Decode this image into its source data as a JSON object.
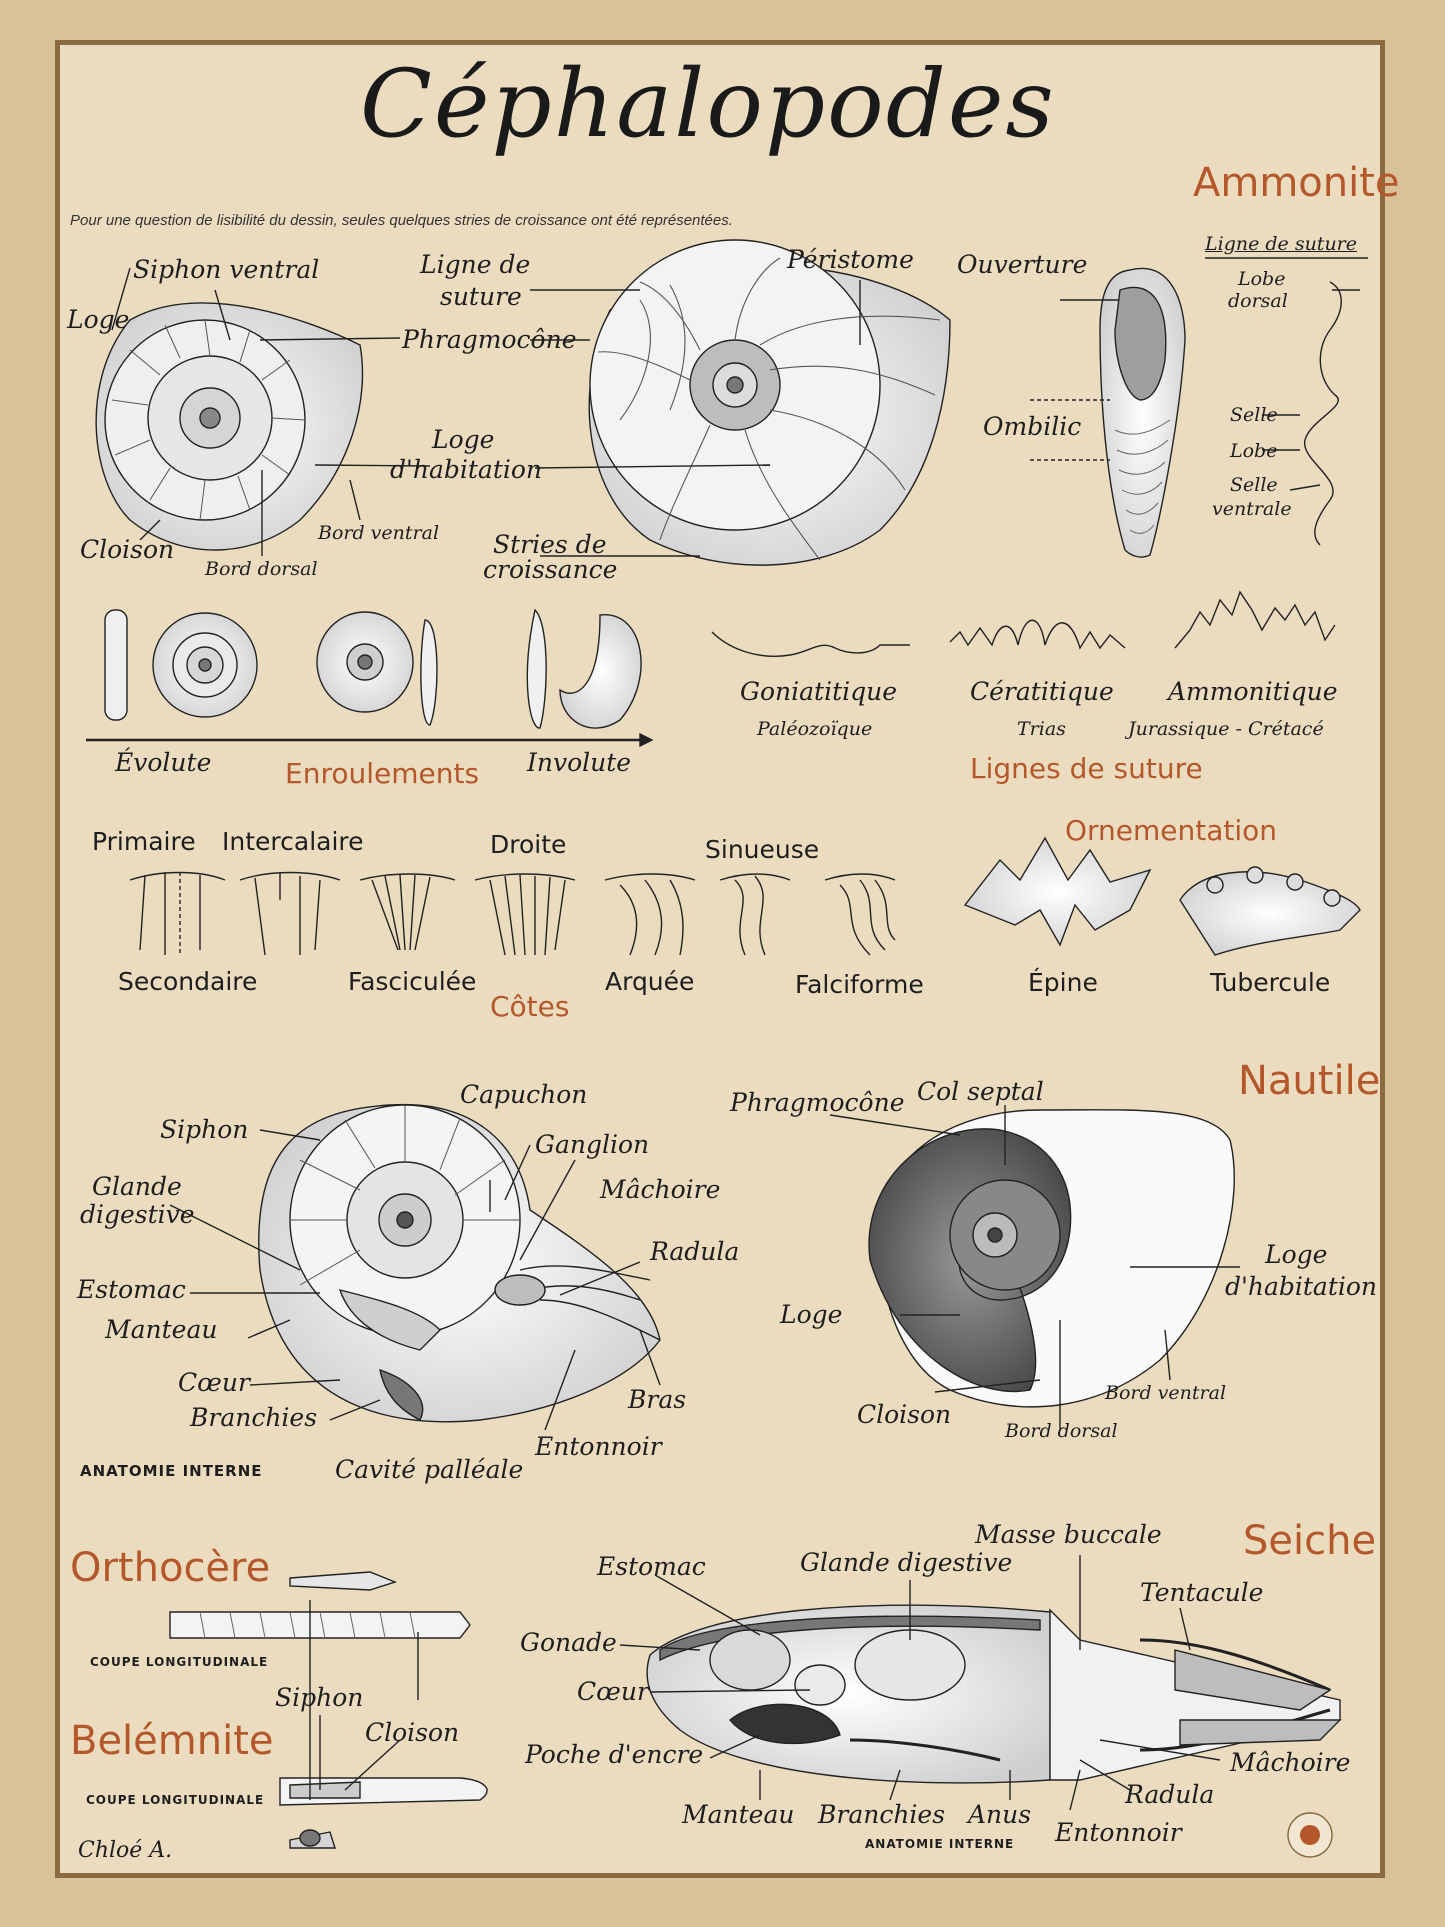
{
  "title": "Céphalopodes",
  "note": "Pour une question de lisibilité du dessin, seules quelques stries de croissance ont été représentées.",
  "colors": {
    "heading": "#b4582b",
    "paper": "#ebdcc0",
    "frame": "#8a6b3f",
    "background": "#d9c19a",
    "ink": "#1e1e1e"
  },
  "ammonite": {
    "heading": "Ammonite",
    "labels": {
      "siphon_ventral": "Siphon ventral",
      "loge": "Loge",
      "phragmocone": "Phragmocône",
      "loge_habitation_1": "Loge",
      "loge_habitation_2": "d'habitation",
      "cloison": "Cloison",
      "bord_dorsal": "Bord dorsal",
      "bord_ventral": "Bord ventral",
      "ligne_de_suture_1": "Ligne de",
      "ligne_de_suture_2": "suture",
      "peristome": "Péristome",
      "stries_1": "Stries de",
      "stries_2": "croissance",
      "ouverture": "Ouverture",
      "ombilic": "Ombilic"
    },
    "suture_diagram": {
      "title": "Ligne de suture",
      "lobe_dorsal_1": "Lobe",
      "lobe_dorsal_2": "dorsal",
      "selle": "Selle",
      "lobe": "Lobe",
      "selle_ventrale_1": "Selle",
      "selle_ventrale_2": "ventrale"
    }
  },
  "enroulements": {
    "heading": "Enroulements",
    "evolute": "Évolute",
    "involute": "Involute"
  },
  "lignes_de_suture": {
    "heading": "Lignes de suture",
    "types": [
      {
        "name": "Goniatitique",
        "age": "Paléozoïque"
      },
      {
        "name": "Cératitique",
        "age": "Trias"
      },
      {
        "name": "Ammonitique",
        "age": "Jurassique - Crétacé"
      }
    ]
  },
  "cotes": {
    "heading": "Côtes",
    "primaire": "Primaire",
    "intercalaire": "Intercalaire",
    "droite": "Droite",
    "sinueuse": "Sinueuse",
    "secondaire": "Secondaire",
    "fasciculee": "Fasciculée",
    "arquee": "Arquée",
    "falciforme": "Falciforme"
  },
  "ornementation": {
    "heading": "Ornementation",
    "epine": "Épine",
    "tubercule": "Tubercule"
  },
  "nautile_anatomie": {
    "caption": "ANATOMIE INTERNE",
    "labels": {
      "capuchon": "Capuchon",
      "siphon": "Siphon",
      "ganglion": "Ganglion",
      "glande_1": "Glande",
      "glande_2": "digestive",
      "machoire": "Mâchoire",
      "radula": "Radula",
      "estomac": "Estomac",
      "manteau": "Manteau",
      "coeur": "Cœur",
      "branchies": "Branchies",
      "bras": "Bras",
      "entonnoir": "Entonnoir",
      "cavite": "Cavité palléale"
    }
  },
  "nautile": {
    "heading": "Nautile",
    "labels": {
      "phragmocone": "Phragmocône",
      "col_septal": "Col septal",
      "loge": "Loge",
      "loge_habitation_1": "Loge",
      "loge_habitation_2": "d'habitation",
      "cloison": "Cloison",
      "bord_ventral": "Bord ventral",
      "bord_dorsal": "Bord dorsal"
    }
  },
  "orthocere": {
    "heading": "Orthocère",
    "caption": "COUPE LONGITUDINALE"
  },
  "belemnite": {
    "heading": "Belémnite",
    "caption": "COUPE LONGITUDINALE",
    "siphon": "Siphon",
    "cloison": "Cloison"
  },
  "seiche": {
    "heading": "Seiche",
    "caption": "ANATOMIE INTERNE",
    "labels": {
      "masse_buccale": "Masse buccale",
      "estomac": "Estomac",
      "glande_digestive": "Glande digestive",
      "tentacule": "Tentacule",
      "gonade": "Gonade",
      "coeur": "Cœur",
      "poche_encre": "Poche d'encre",
      "machoire": "Mâchoire",
      "radula": "Radula",
      "manteau": "Manteau",
      "branchies": "Branchies",
      "anus": "Anus",
      "entonnoir": "Entonnoir"
    }
  },
  "signature": "Chloé A."
}
